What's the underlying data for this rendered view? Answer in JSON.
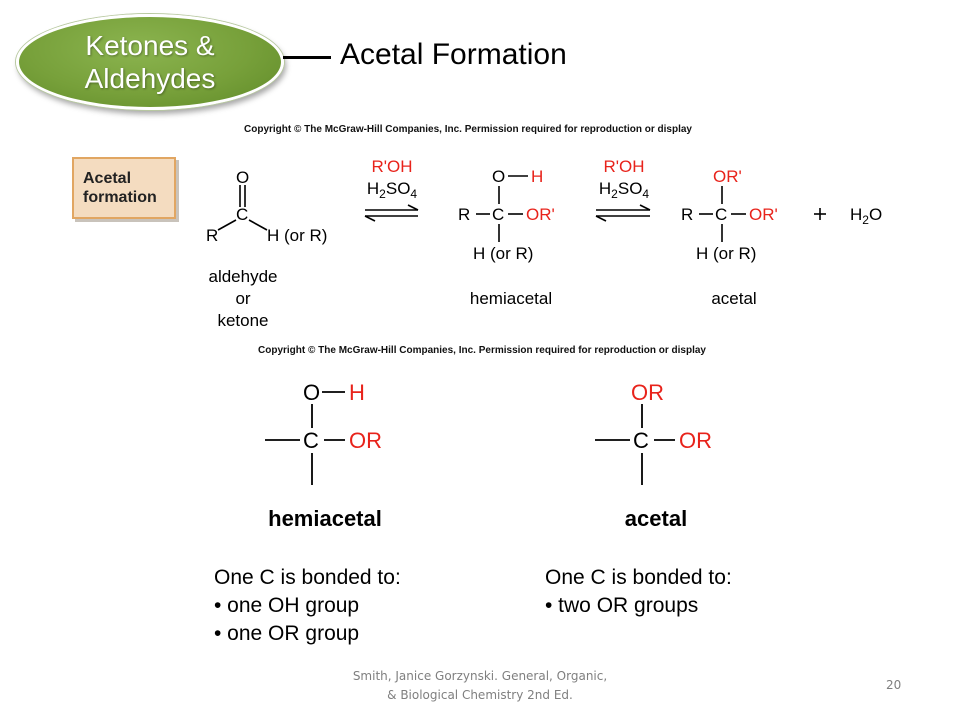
{
  "header": {
    "badge_line1": "Ketones &",
    "badge_line2": "Aldehydes",
    "title": "Acetal Formation"
  },
  "copyright": "Copyright © The McGraw-Hill Companies, Inc. Permission required for reproduction or display",
  "reaction": {
    "label_line1": "Acetal",
    "label_line2": "formation",
    "reagent1": "R'OH",
    "reagent2": "H2SO4",
    "reactant": {
      "O": "O",
      "C": "C",
      "R": "R",
      "H": "H (or R)",
      "name_line1": "aldehyde",
      "name_line2": "or",
      "name_line3": "ketone"
    },
    "hemiacetal": {
      "O": "O",
      "H": "H",
      "R": "R",
      "C": "C",
      "OR": "OR'",
      "bottom": "H (or R)",
      "name": "hemiacetal"
    },
    "acetal": {
      "top": "OR'",
      "R": "R",
      "C": "C",
      "OR": "OR'",
      "bottom": "H (or R)",
      "name": "acetal"
    },
    "plus": "+",
    "water": "H2O"
  },
  "comparison": {
    "hemiacetal": {
      "O": "O",
      "H": "H",
      "C": "C",
      "OR": "OR",
      "name": "hemiacetal",
      "bonded_title": "One C is bonded to:",
      "bullets": [
        "• one OH group",
        "• one OR group"
      ]
    },
    "acetal": {
      "top": "OR",
      "C": "C",
      "OR": "OR",
      "name": "acetal",
      "bonded_title": "One C is bonded to:",
      "bullets": [
        "• two OR groups"
      ]
    }
  },
  "colors": {
    "red": "#e8231b",
    "badge_green": "#77a03a",
    "label_box": "#f4dcc0",
    "label_border": "#e1a662"
  },
  "footer": {
    "line1": "Smith, Janice Gorzynski. General, Organic,",
    "line2": "& Biological Chemistry 2nd Ed.",
    "page": "20"
  }
}
